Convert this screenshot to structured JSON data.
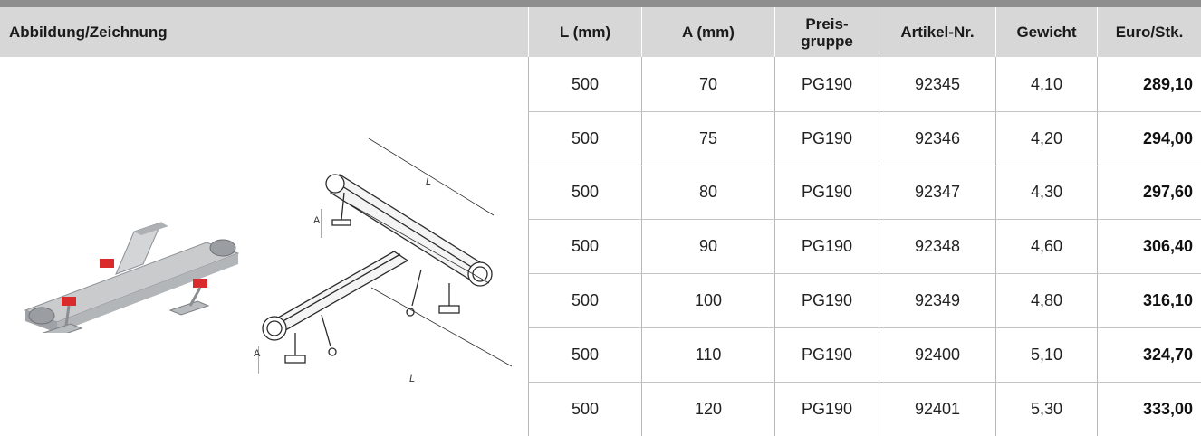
{
  "table": {
    "headers": {
      "image": "Abbildung/Zeichnung",
      "l": "L (mm)",
      "a": "A (mm)",
      "pg_line1": "Preis-",
      "pg_line2": "gruppe",
      "art": "Artikel-Nr.",
      "weight": "Gewicht",
      "price": "Euro/Stk."
    },
    "rows": [
      {
        "l": "500",
        "a": "70",
        "pg": "PG190",
        "art": "92345",
        "weight": "4,10",
        "price": "289,10"
      },
      {
        "l": "500",
        "a": "75",
        "pg": "PG190",
        "art": "92346",
        "weight": "4,20",
        "price": "294,00"
      },
      {
        "l": "500",
        "a": "80",
        "pg": "PG190",
        "art": "92347",
        "weight": "4,30",
        "price": "297,60"
      },
      {
        "l": "500",
        "a": "90",
        "pg": "PG190",
        "art": "92348",
        "weight": "4,60",
        "price": "306,40"
      },
      {
        "l": "500",
        "a": "100",
        "pg": "PG190",
        "art": "92349",
        "weight": "4,80",
        "price": "316,10"
      },
      {
        "l": "500",
        "a": "110",
        "pg": "PG190",
        "art": "92400",
        "weight": "5,10",
        "price": "324,70"
      },
      {
        "l": "500",
        "a": "120",
        "pg": "PG190",
        "art": "92401",
        "weight": "5,30",
        "price": "333,00"
      }
    ]
  },
  "drawing": {
    "dim_a": "A",
    "dim_l": "L"
  },
  "colors": {
    "header_bg": "#d7d7d7",
    "top_bar": "#8e8e8e",
    "clamp_red": "#d92b2b"
  }
}
